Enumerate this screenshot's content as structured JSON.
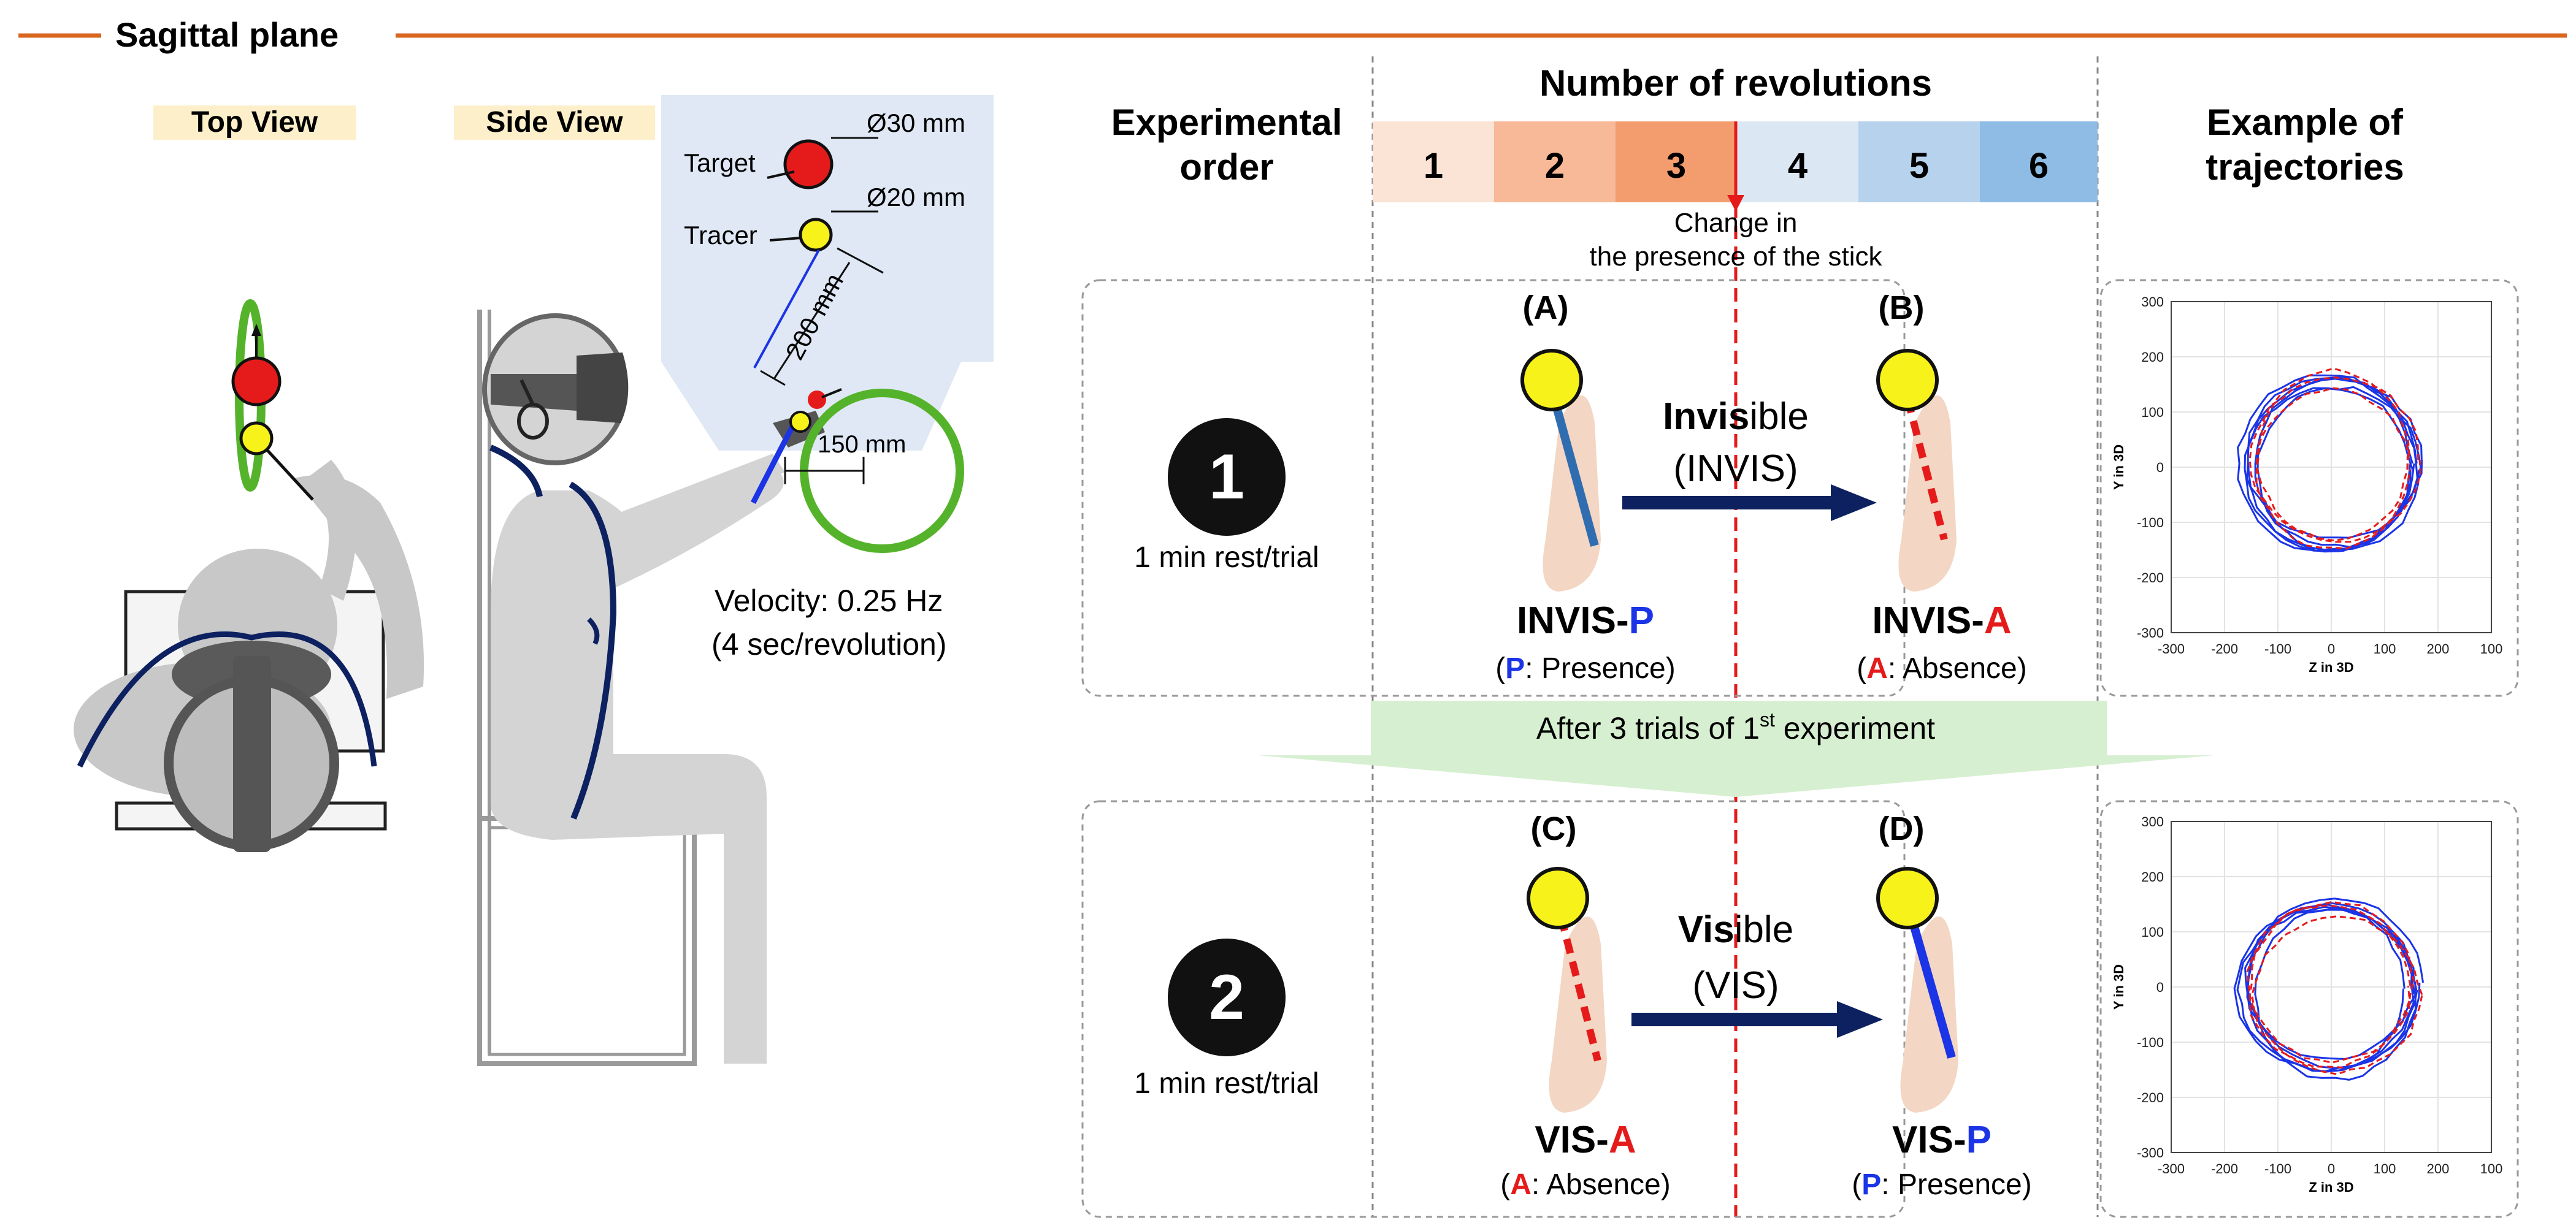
{
  "colors": {
    "accent_orange": "#d9661f",
    "view_label_bg": "#fcefc9",
    "dark_navy": "#0d2160",
    "blue": "#1a34e6",
    "red": "#e51b1b",
    "green": "#55b32b",
    "yellow": "#f7f21a",
    "panel_blue": "#dfe8f4",
    "banner_green": "#d7efd1",
    "body_gray": "#d4d4d4",
    "rev_colors": [
      "#fbe3d5",
      "#f7b997",
      "#f39d6f",
      "#dce7f4",
      "#b7d2ec",
      "#8ebce5"
    ]
  },
  "section": {
    "title": "Sagittal plane"
  },
  "setup": {
    "top_view_label": "Top View",
    "side_view_label": "Side View",
    "target_label": "Target",
    "target_size": "Ø30 mm",
    "tracer_label": "Tracer",
    "tracer_size": "Ø20 mm",
    "stick_length": "200 mm",
    "radius_label": "150 mm",
    "velocity_line1": "Velocity: 0.25 Hz",
    "velocity_line2": "(4 sec/revolution)"
  },
  "header": {
    "exp_order_line1": "Experimental",
    "exp_order_line2": "order",
    "revolutions_title": "Number of revolutions",
    "revolutions": [
      "1",
      "2",
      "3",
      "4",
      "5",
      "6"
    ],
    "change_line1": "Change in",
    "change_line2": "the presence of the stick",
    "trajectories_line1": "Example of",
    "trajectories_line2": "trajectories"
  },
  "experiments": [
    {
      "number": "1",
      "rest": "1 min rest/trial",
      "arrow_bold": "Invis",
      "arrow_rest": "ible",
      "arrow_abbr": "(INVIS)",
      "left": {
        "letter": "(A)",
        "name_prefix": "INVIS-",
        "name_suffix": "P",
        "desc_letter": "P",
        "desc_rest": ": Presence)"
      },
      "right": {
        "letter": "(B)",
        "name_prefix": "INVIS-",
        "name_suffix": "A",
        "desc_letter": "A",
        "desc_rest": ": Absence)"
      }
    },
    {
      "number": "2",
      "rest": "1 min rest/trial",
      "arrow_bold": "Vis",
      "arrow_rest": "ible",
      "arrow_abbr": "(VIS)",
      "left": {
        "letter": "(C)",
        "name_prefix": "VIS-",
        "name_suffix": "A",
        "desc_letter": "A",
        "desc_rest": ": Absence)"
      },
      "right": {
        "letter": "(D)",
        "name_prefix": "VIS-",
        "name_suffix": "P",
        "desc_letter": "P",
        "desc_rest": ": Presence)"
      }
    }
  ],
  "between": {
    "text_before": "After 3 trials of 1",
    "sup": "st",
    "text_after": " experiment"
  },
  "chart_data": [
    {
      "type": "line",
      "xlabel": "Z in 3D",
      "ylabel": "Y in 3D",
      "xlim": [
        -300,
        100
      ],
      "ylim": [
        -300,
        300
      ],
      "xticks": [
        -300,
        -200,
        -100,
        0,
        100,
        200,
        100
      ],
      "yticks": [
        300,
        200,
        100,
        0,
        -100,
        -200,
        -300
      ],
      "series": [
        {
          "color": "#1a34e6",
          "style": "solid",
          "center": [
            0,
            10
          ],
          "radius": [
            155,
            160
          ]
        },
        {
          "color": "#e51b1b",
          "style": "dashed",
          "center": [
            0,
            10
          ],
          "radius": [
            150,
            155
          ]
        }
      ]
    },
    {
      "type": "line",
      "xlabel": "Z in 3D",
      "ylabel": "Y in 3D",
      "xlim": [
        -300,
        100
      ],
      "ylim": [
        -300,
        300
      ],
      "xticks": [
        -300,
        -200,
        -100,
        0,
        100,
        200,
        100
      ],
      "yticks": [
        300,
        200,
        100,
        0,
        -100,
        -200,
        -300
      ],
      "series": [
        {
          "color": "#1a34e6",
          "style": "solid",
          "center": [
            0,
            0
          ],
          "radius": [
            160,
            155
          ]
        },
        {
          "color": "#e51b1b",
          "style": "dashed",
          "center": [
            0,
            0
          ],
          "radius": [
            155,
            150
          ]
        }
      ]
    }
  ]
}
